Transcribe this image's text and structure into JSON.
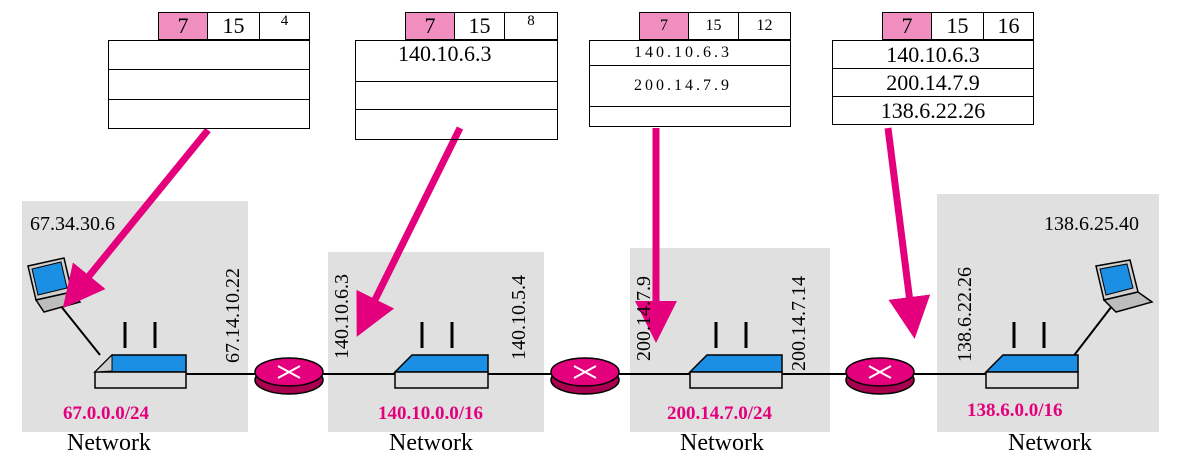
{
  "headers": [
    {
      "code": "7",
      "length": "15",
      "pointer": "4",
      "slots": [
        "",
        "",
        ""
      ]
    },
    {
      "code": "7",
      "length": "15",
      "pointer": "8",
      "slots": [
        "140.10.6.3",
        "",
        ""
      ]
    },
    {
      "code": "7",
      "length": "15",
      "pointer": "12",
      "slots": [
        "140.10.6.3",
        "200.14.7.9",
        ""
      ]
    },
    {
      "code": "7",
      "length": "15",
      "pointer": "16",
      "slots": [
        "140.10.6.3",
        "200.14.7.9",
        "138.6.22.26"
      ]
    }
  ],
  "hosts": {
    "source": "67.34.30.6",
    "destination": "138.6.25.40"
  },
  "interfaces": [
    "67.14.10.22",
    "140.10.6.3",
    "140.10.5.4",
    "200.14.7.9",
    "200.14.7.14",
    "138.6.22.26"
  ],
  "networks": [
    {
      "id": "67.0.0.0/24",
      "label": "Network"
    },
    {
      "id": "140.10.0.0/16",
      "label": "Network"
    },
    {
      "id": "200.14.7.0/24",
      "label": "Network"
    },
    {
      "id": "138.6.0.0/16",
      "label": "Network"
    }
  ],
  "colors": {
    "accent": "#e4007c",
    "code_cell": "#f08fbf",
    "network_bg": "#e0e0e0",
    "hub_top": "#1a8fe3"
  },
  "icons": [
    "laptop-icon",
    "hub-icon",
    "router-icon"
  ]
}
